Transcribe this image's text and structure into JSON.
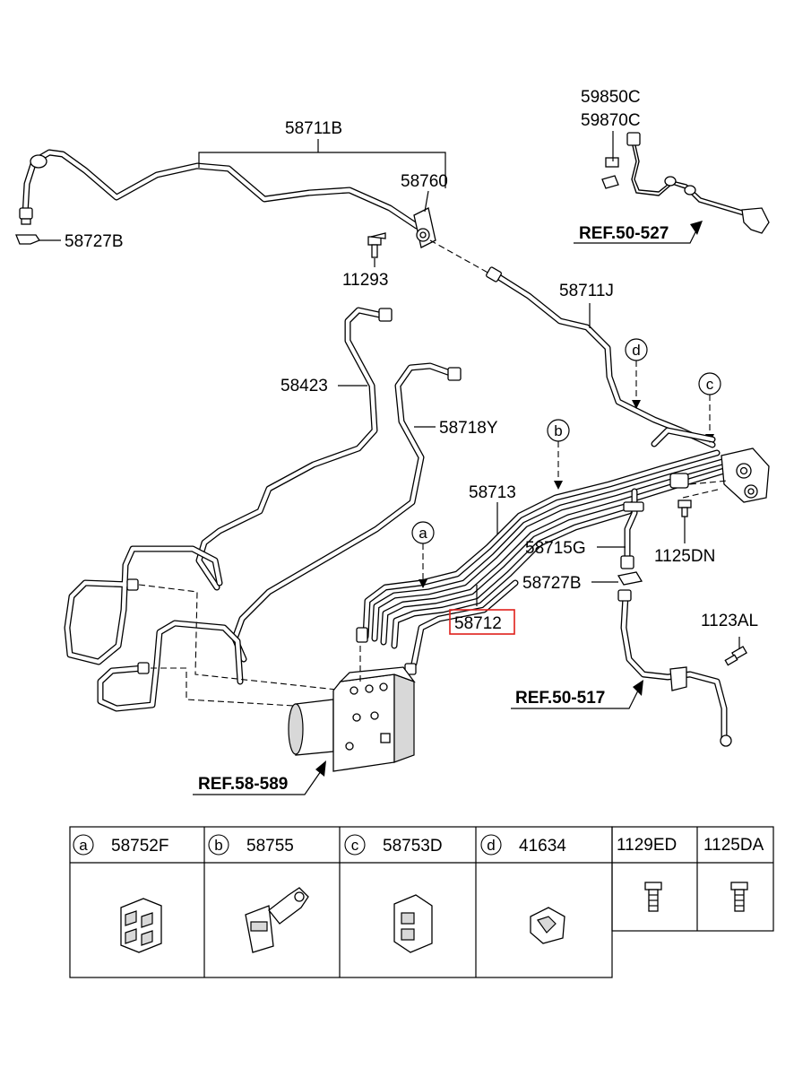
{
  "labels": {
    "p58711B": "58711B",
    "p58760": "58760",
    "p58727B_top": "58727B",
    "p11293": "11293",
    "p59850C": "59850C",
    "p59870C": "59870C",
    "ref50527": "REF.50-527",
    "p58711J": "58711J",
    "p58423": "58423",
    "p58718Y": "58718Y",
    "p58713": "58713",
    "p58715G": "58715G",
    "p1125DN": "1125DN",
    "p58727B_mid": "58727B",
    "p58712": "58712",
    "p1123AL": "1123AL",
    "ref50517": "REF.50-517",
    "ref58589": "REF.58-589"
  },
  "callouts": {
    "a": "a",
    "b": "b",
    "c": "c",
    "d": "d"
  },
  "highlight_color": "#e0201b",
  "legend": [
    {
      "letter": "a",
      "part": "58752F"
    },
    {
      "letter": "b",
      "part": "58755"
    },
    {
      "letter": "c",
      "part": "58753D"
    },
    {
      "letter": "d",
      "part": "41634"
    },
    {
      "letter": "",
      "part": "1129ED"
    },
    {
      "letter": "",
      "part": "1125DA"
    }
  ]
}
